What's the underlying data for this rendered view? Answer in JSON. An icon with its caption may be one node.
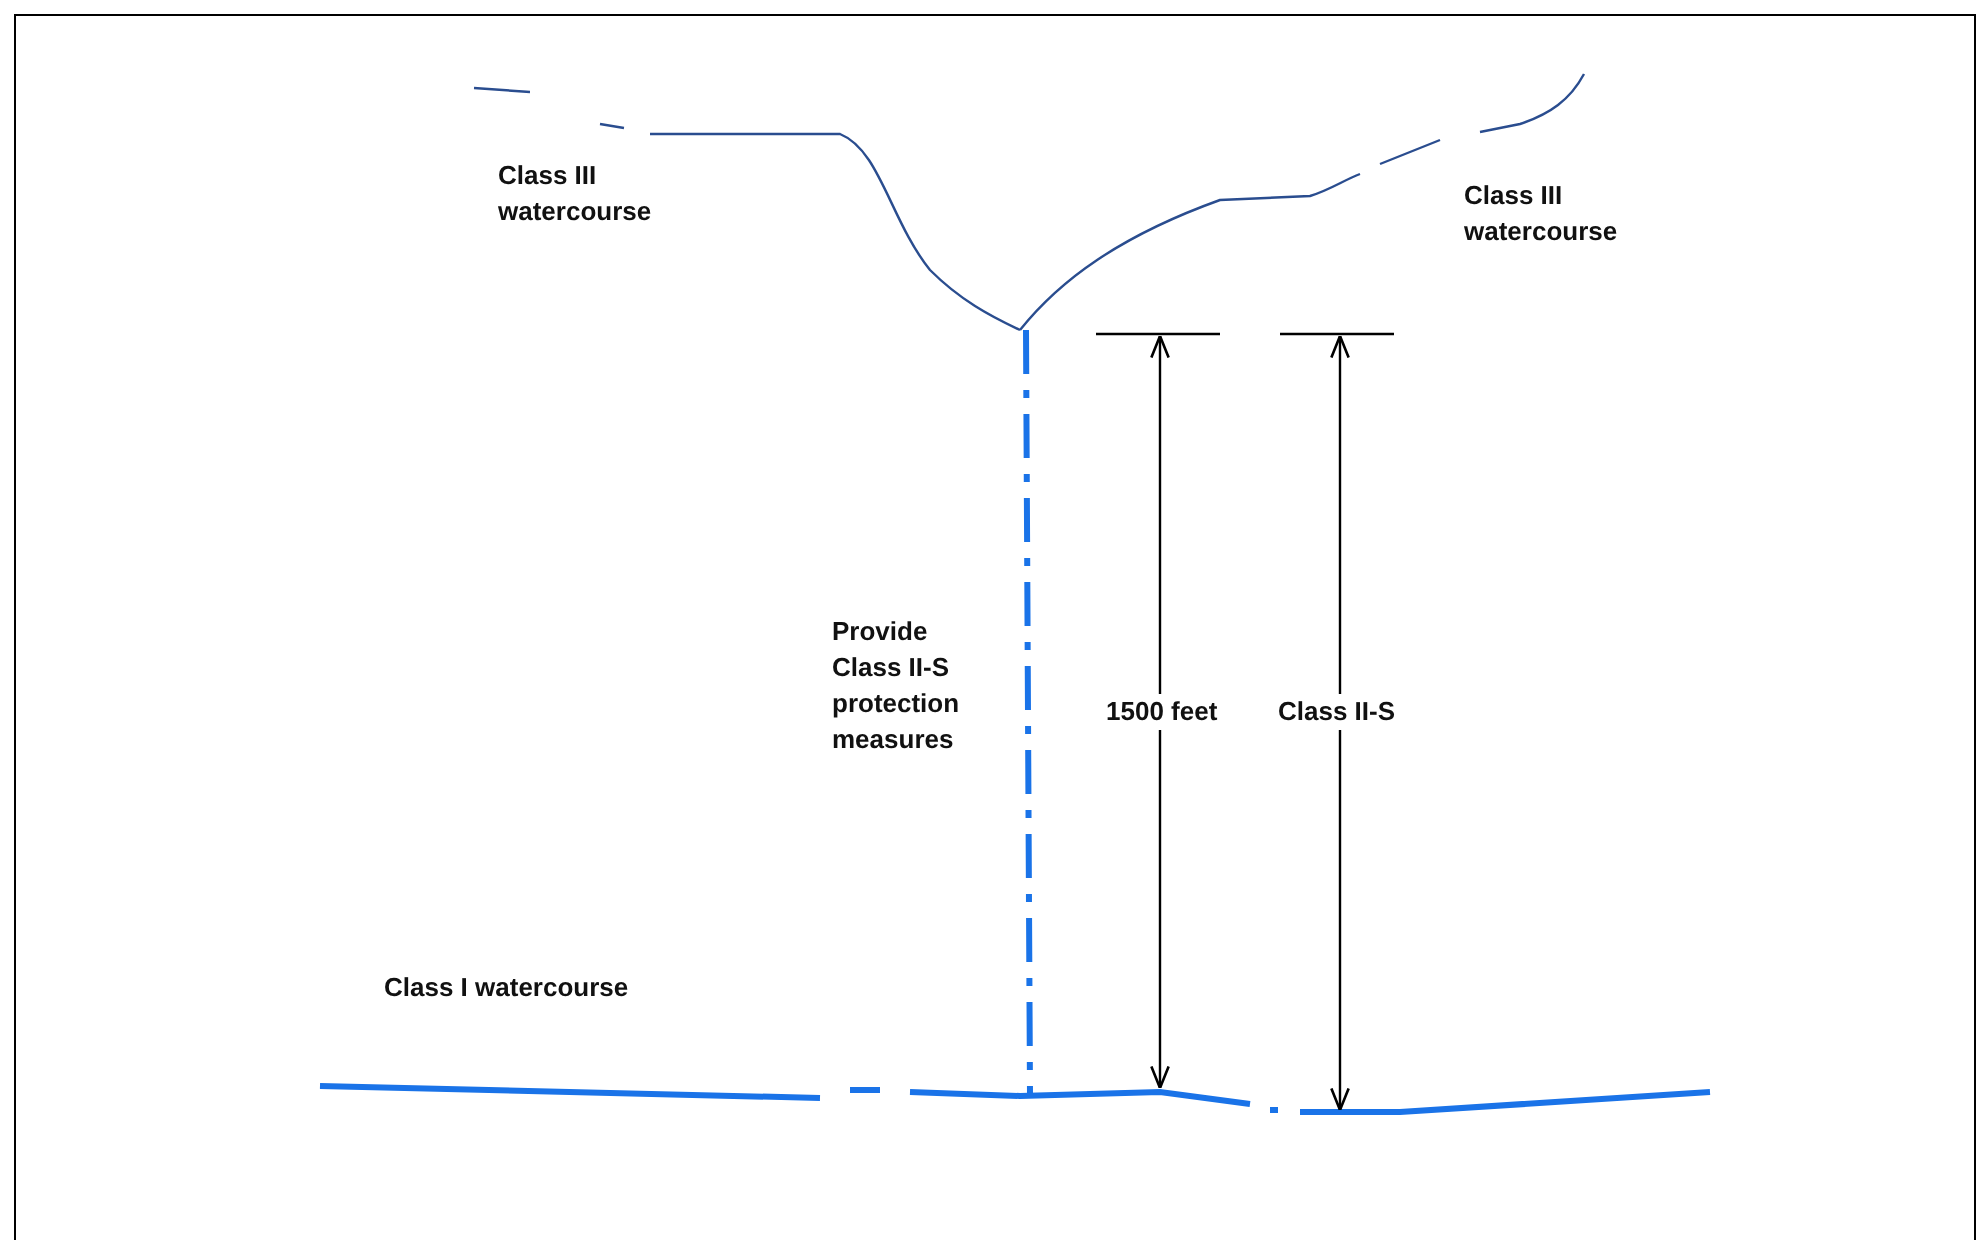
{
  "diagram": {
    "labels": [
      "Class III watercourse",
      "Class III watercourse",
      "Provide Class II-S protection measures",
      "1500 feet",
      "Class II-S",
      "Class I watercourse"
    ]
  }
}
